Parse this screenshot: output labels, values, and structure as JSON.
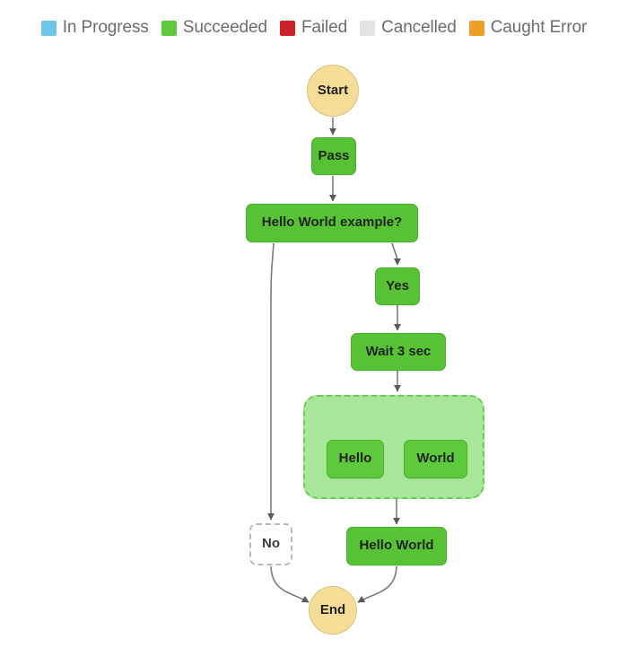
{
  "legend": {
    "items": [
      {
        "label": "In Progress",
        "color": "#6ec6e8",
        "icon": "square-swatch-in-progress"
      },
      {
        "label": "Succeeded",
        "color": "#5ec93c",
        "icon": "square-swatch-succeeded"
      },
      {
        "label": "Failed",
        "color": "#cc2229",
        "icon": "square-swatch-failed"
      },
      {
        "label": "Cancelled",
        "color": "#e3e3e3",
        "icon": "square-swatch-cancelled"
      },
      {
        "label": "Caught Error",
        "color": "#eda026",
        "icon": "square-swatch-caught-error"
      }
    ]
  },
  "graph": {
    "nodes": {
      "start": {
        "label": "Start",
        "status": "Succeeded"
      },
      "pass": {
        "label": "Pass",
        "status": "Succeeded"
      },
      "choice": {
        "label": "Hello World example?",
        "status": "Succeeded"
      },
      "yes": {
        "label": "Yes",
        "status": "Succeeded"
      },
      "wait": {
        "label": "Wait 3 sec",
        "status": "Succeeded"
      },
      "hello": {
        "label": "Hello",
        "status": "Succeeded"
      },
      "world": {
        "label": "World",
        "status": "Succeeded"
      },
      "no": {
        "label": "No",
        "status": "Not executed"
      },
      "hello_world": {
        "label": "Hello World",
        "status": "Succeeded"
      },
      "end": {
        "label": "End",
        "status": "Succeeded"
      }
    }
  }
}
